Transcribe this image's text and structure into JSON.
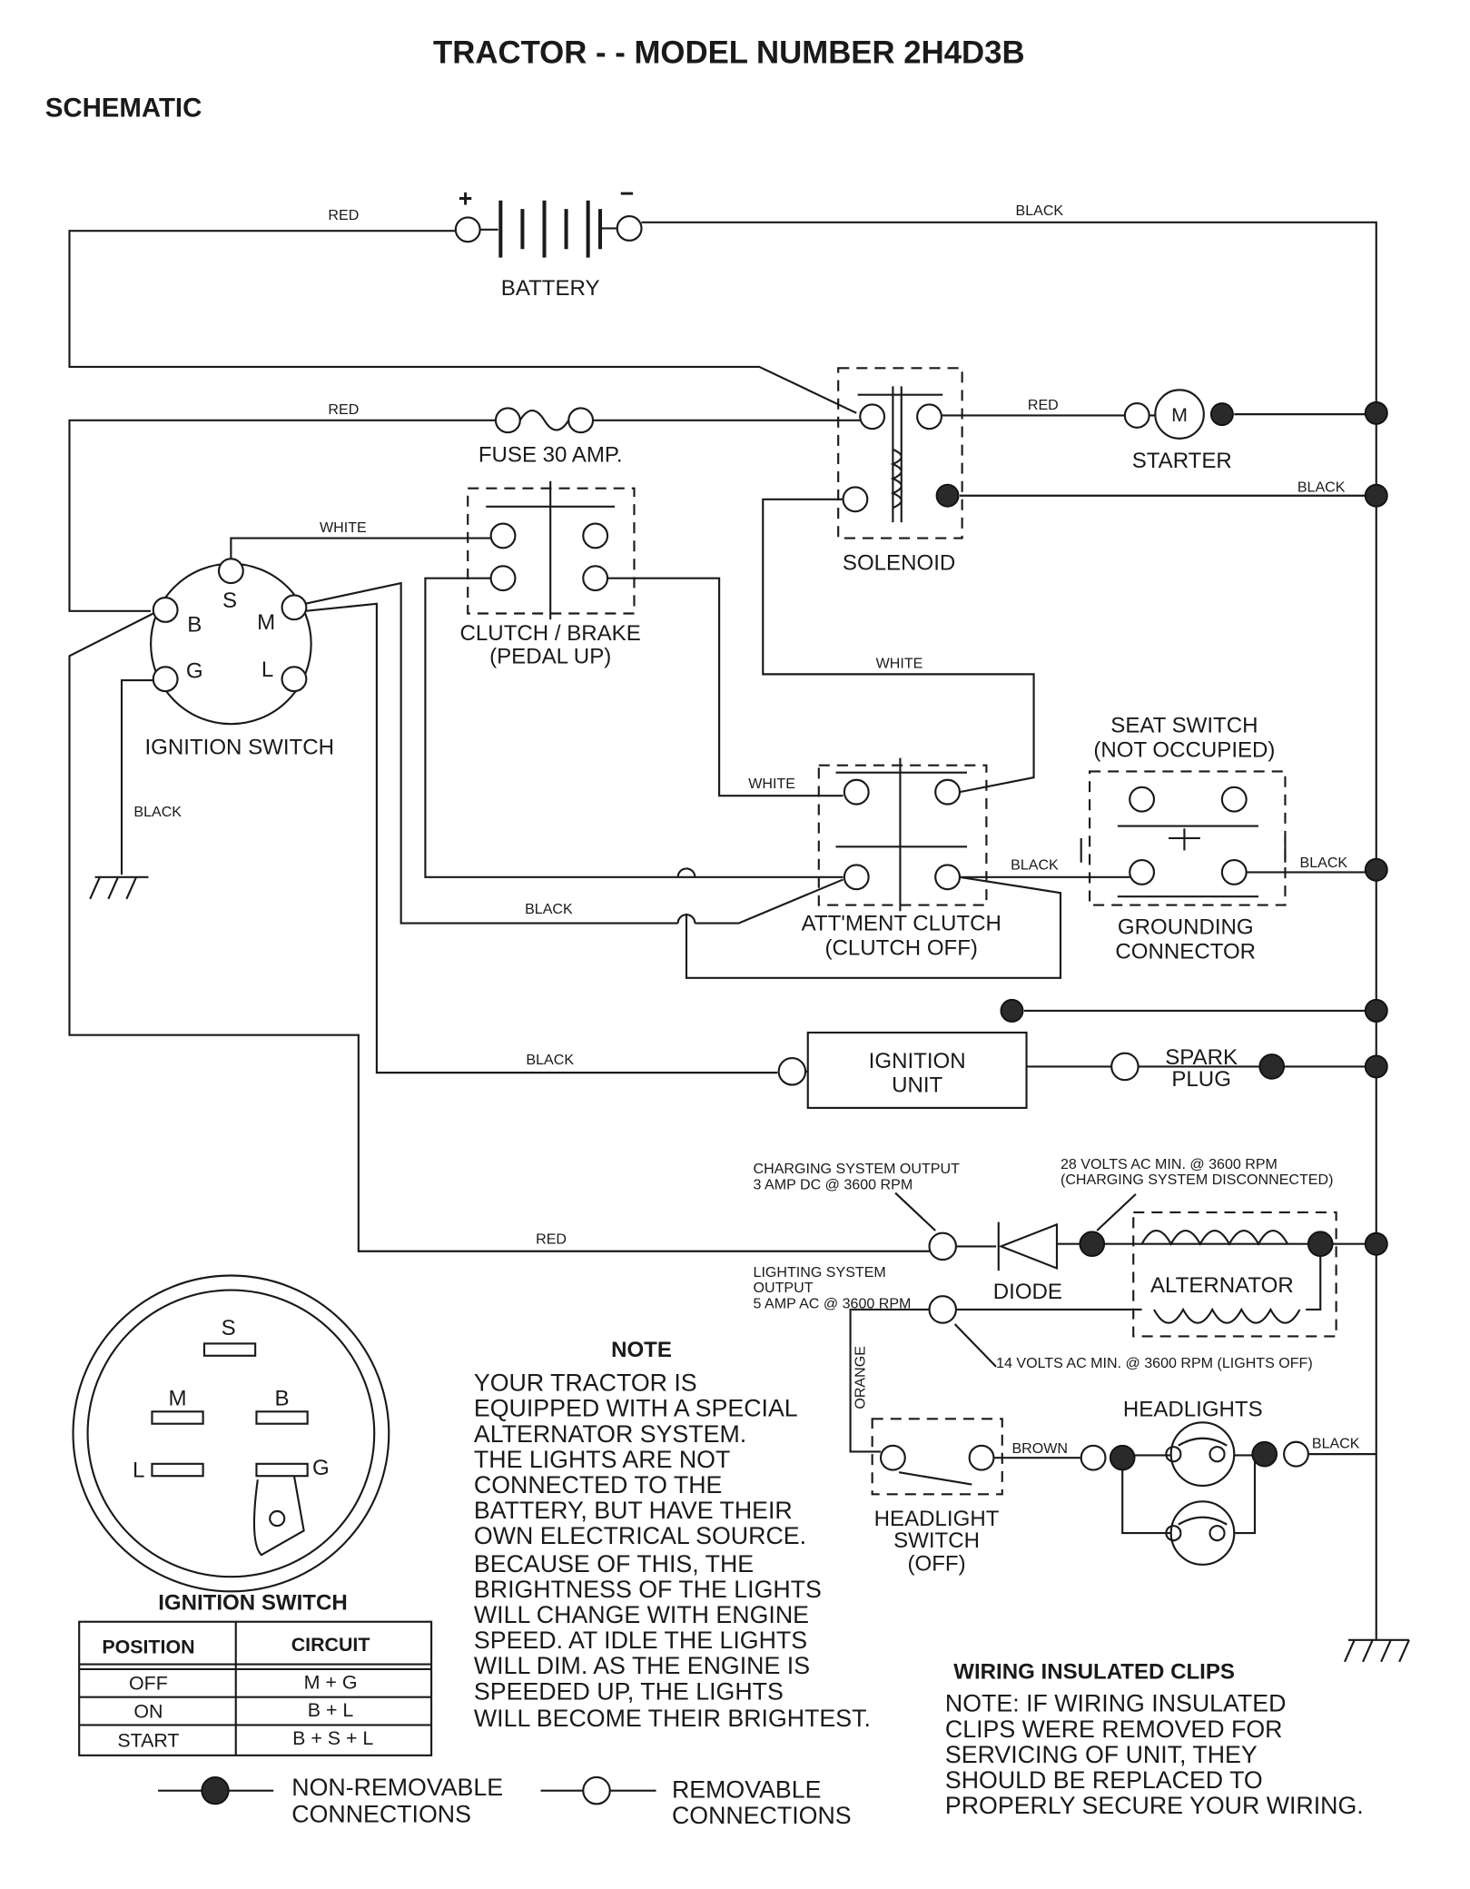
{
  "title": "TRACTOR - - MODEL NUMBER 2H4D3B",
  "subtitle": "SCHEMATIC",
  "wire_labels": {
    "red_battery": "RED",
    "black_battery": "BLACK",
    "red_fuse": "RED",
    "red_starter": "RED",
    "black_solenoid": "BLACK",
    "white_switch": "WHITE",
    "white_solenoid": "WHITE",
    "white_clutch": "WHITE",
    "black_ground": "BLACK",
    "black_attment": "BLACK",
    "black_seat": "BLACK",
    "black_seat_right": "BLACK",
    "black_ignition": "BLACK",
    "red_charging": "RED",
    "orange": "ORANGE",
    "brown": "BROWN",
    "black_headlights": "BLACK"
  },
  "components": {
    "battery": "BATTERY",
    "battery_plus": "+",
    "battery_minus": "−",
    "fuse": "FUSE 30 AMP.",
    "solenoid": "SOLENOID",
    "starter": "STARTER",
    "starter_symbol": "M",
    "clutch_brake": [
      "CLUTCH / BRAKE",
      "(PEDAL UP)"
    ],
    "ignition_switch": "IGNITION SWITCH",
    "ignition_terminals": {
      "s": "S",
      "b": "B",
      "m": "M",
      "g": "G",
      "l": "L"
    },
    "attment_clutch": [
      "ATT'MENT CLUTCH",
      "(CLUTCH OFF)"
    ],
    "seat_switch": [
      "SEAT SWITCH",
      "(NOT OCCUPIED)"
    ],
    "grounding_connector": [
      "GROUNDING",
      "CONNECTOR"
    ],
    "ignition_unit": [
      "IGNITION",
      "UNIT"
    ],
    "spark_plug": [
      "SPARK",
      "PLUG"
    ],
    "diode": "DIODE",
    "alternator": "ALTERNATOR",
    "headlights": "HEADLIGHTS",
    "headlight_switch": [
      "HEADLIGHT",
      "SWITCH",
      "(OFF)"
    ]
  },
  "annotations": {
    "charging_output": [
      "CHARGING SYSTEM OUTPUT",
      "3 AMP DC @ 3600 RPM"
    ],
    "volts_28": [
      "28 VOLTS AC MIN. @ 3600 RPM",
      "(CHARGING SYSTEM DISCONNECTED)"
    ],
    "lighting_output": [
      "LIGHTING SYSTEM",
      "OUTPUT",
      "5 AMP AC @ 3600 RPM"
    ],
    "volts_14": "14 VOLTS AC MIN. @ 3600 RPM (LIGHTS OFF)"
  },
  "switch_detail": {
    "title": "IGNITION SWITCH",
    "terminals": {
      "s": "S",
      "m": "M",
      "b": "B",
      "l": "L",
      "g": "G"
    },
    "table": {
      "headers": [
        "POSITION",
        "CIRCUIT"
      ],
      "rows": [
        [
          "OFF",
          "M + G"
        ],
        [
          "ON",
          "B + L"
        ],
        [
          "START",
          "B + S + L"
        ]
      ]
    }
  },
  "note": {
    "heading": "NOTE",
    "lines": [
      "YOUR TRACTOR IS",
      "EQUIPPED WITH A SPECIAL",
      "ALTERNATOR SYSTEM.",
      "THE LIGHTS ARE NOT",
      "CONNECTED TO THE",
      "BATTERY, BUT HAVE THEIR",
      "OWN ELECTRICAL SOURCE.",
      "BECAUSE OF THIS, THE",
      "BRIGHTNESS OF THE LIGHTS",
      "WILL CHANGE WITH ENGINE",
      "SPEED.  AT IDLE THE LIGHTS",
      "WILL DIM.  AS THE ENGINE IS",
      "SPEEDED UP, THE LIGHTS",
      "WILL BECOME THEIR BRIGHTEST."
    ]
  },
  "clips": {
    "heading": "WIRING INSULATED CLIPS",
    "lines": [
      "NOTE: IF WIRING INSULATED",
      "CLIPS WERE REMOVED FOR",
      "SERVICING OF UNIT, THEY",
      "SHOULD BE REPLACED TO",
      "PROPERLY SECURE YOUR WIRING."
    ]
  },
  "legend": {
    "non_removable": [
      "NON-REMOVABLE",
      "CONNECTIONS"
    ],
    "removable": [
      "REMOVABLE",
      "CONNECTIONS"
    ]
  }
}
